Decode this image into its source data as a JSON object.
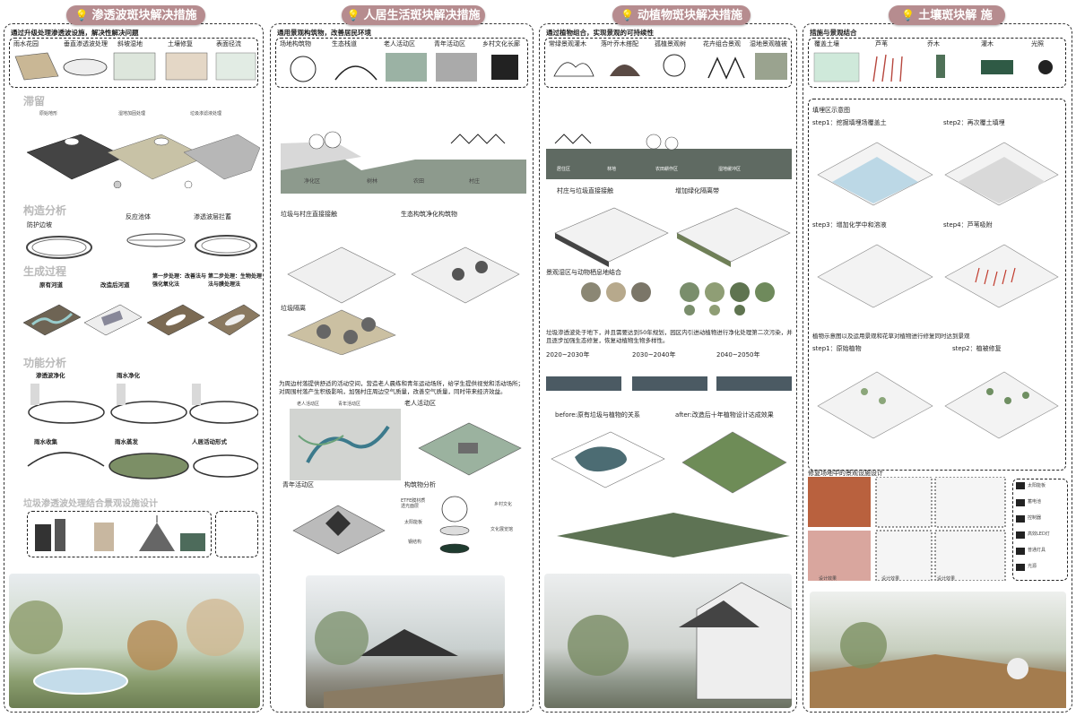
{
  "colors": {
    "pill": "#b68c8f",
    "title_grey": "#b9b9b9",
    "border": "#333333"
  },
  "panel1": {
    "title": "渗透波斑块解决措施",
    "intro": "通过升级处理渗透波设施，解决性解决问题",
    "icons": [
      "雨水花园",
      "垂直渗透波处理",
      "斜坡湿地",
      "土壤修复",
      "表面径流"
    ],
    "sec_retain": "滞留",
    "retain_labels": [
      "原始地形",
      "湿地加固处理",
      "垃圾渗滤液处理"
    ],
    "sec_construct": "构造分析",
    "construct_labels": [
      "防护边坡",
      "反应池体",
      "渗透波层拦蓄"
    ],
    "sec_process": "生成过程",
    "process_labels": [
      "原有河道",
      "改造后河道",
      "第一步处理：改善法与强化氧化法",
      "第二步处理：生物处理法与膜处理法"
    ],
    "sec_function": "功能分析",
    "function_labels": [
      "渗透波净化",
      "雨水净化",
      "雨水收集",
      "雨水蒸发",
      "人居活动形式"
    ],
    "sec_landscape": "垃圾渗透波处理结合景观设施设计"
  },
  "panel2": {
    "title": "人居生活斑块解决措施",
    "intro": "通用景观构筑物，改善居民环境",
    "icons": [
      "场地构筑物",
      "生态栈道",
      "老人活动区",
      "青年活动区",
      "乡村文化长廊"
    ],
    "section_labels": [
      "净化区",
      "树林",
      "农田",
      "村庄"
    ],
    "sub1": "垃圾与村庄直接接触",
    "sub2": "生态构筑净化构筑物",
    "sub3": "垃圾隔离",
    "longtext": "为周边村落提供舒适的活动空间，营造老人晨练和青年运动场所，给学生提供视觉和活动场所；对周围村落产生积极影响，加强村庄周边空气质量，改善空气质量，同时带来经济效益。",
    "legend": [
      "老人活动区",
      "青年活动区"
    ],
    "zones": [
      "老人活动区",
      "青年活动区",
      "构筑物分析"
    ],
    "analysis": [
      "ETFE膜材质 透光面层",
      "太阳能板",
      "钢结构",
      "乡村文化",
      "文化展览馆"
    ]
  },
  "panel3": {
    "title": "动植物斑块解决措施",
    "intro": "通过植物组合，实现景观的可持续性",
    "icons": [
      "常绿景观灌木",
      "落叶乔木搭配",
      "孤植景观树",
      "花卉组合景观",
      "湿地景观植被"
    ],
    "section_labels": [
      "居住区",
      "林地",
      "农田耕作区",
      "湿地缓冲区"
    ],
    "sub1": "村庄与垃圾直接接触",
    "sub2": "增加绿化隔离带",
    "sub3": "景观湿区与动物栖息地结合",
    "longtext": "垃圾渗透波处于地下，并且需要达到50年规划，园区内引进动植物进行净化处理第二次污染，并且逐步加强生态修复，恢复动植物生物多样性。",
    "timeline": [
      "2020~2030年",
      "2030~2040年",
      "2040~2050年"
    ],
    "before": "before:原有垃圾与植物的关系",
    "after": "after:改造后十年植物设计达成效果"
  },
  "panel4": {
    "title": "土壤斑块解 施",
    "intro": "措施与景观结合",
    "icons": [
      "覆盖土壤",
      "芦苇",
      "乔木",
      "灌木",
      "光照"
    ],
    "sub1": "填埋区示意图",
    "steps": [
      "step1：挖掘填埋场覆盖土",
      "step2：再次覆土填埋",
      "step3：增加化学中和溶液",
      "step4：芦苇吸附"
    ],
    "sub2": "植物示意图以及运用景观和花草对植物进行修复同时达到景观",
    "steps2": [
      "step1：原始植物",
      "step2：植被修复"
    ],
    "sub3": "修复场地中的景观设施设计",
    "legend": [
      "太阳能板",
      "蓄电池",
      "控制器",
      "高效LED灯",
      "普通灯具",
      "光源"
    ],
    "captions": [
      "设计效果",
      "设计效果",
      "设计效果",
      "设计效果"
    ]
  }
}
